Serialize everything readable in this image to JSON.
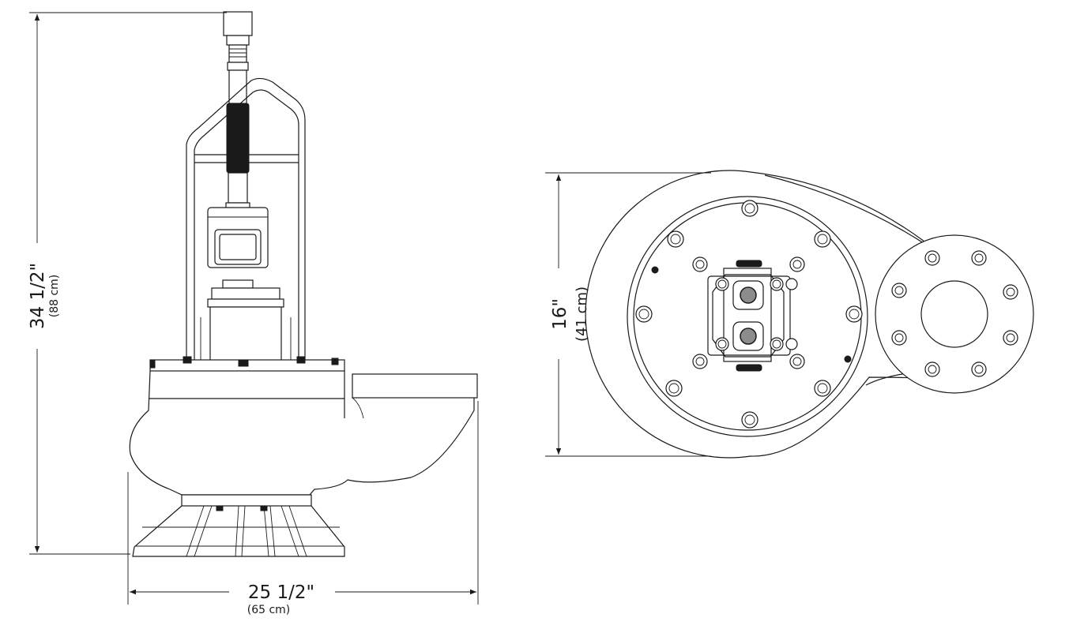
{
  "dimensions": {
    "height": {
      "imperial": "34 1/2\"",
      "metric": "(88 cm)"
    },
    "width": {
      "imperial": "25 1/2\"",
      "metric": "(65 cm)"
    },
    "diameter": {
      "imperial": "16\"",
      "metric": "(41 cm)"
    }
  }
}
